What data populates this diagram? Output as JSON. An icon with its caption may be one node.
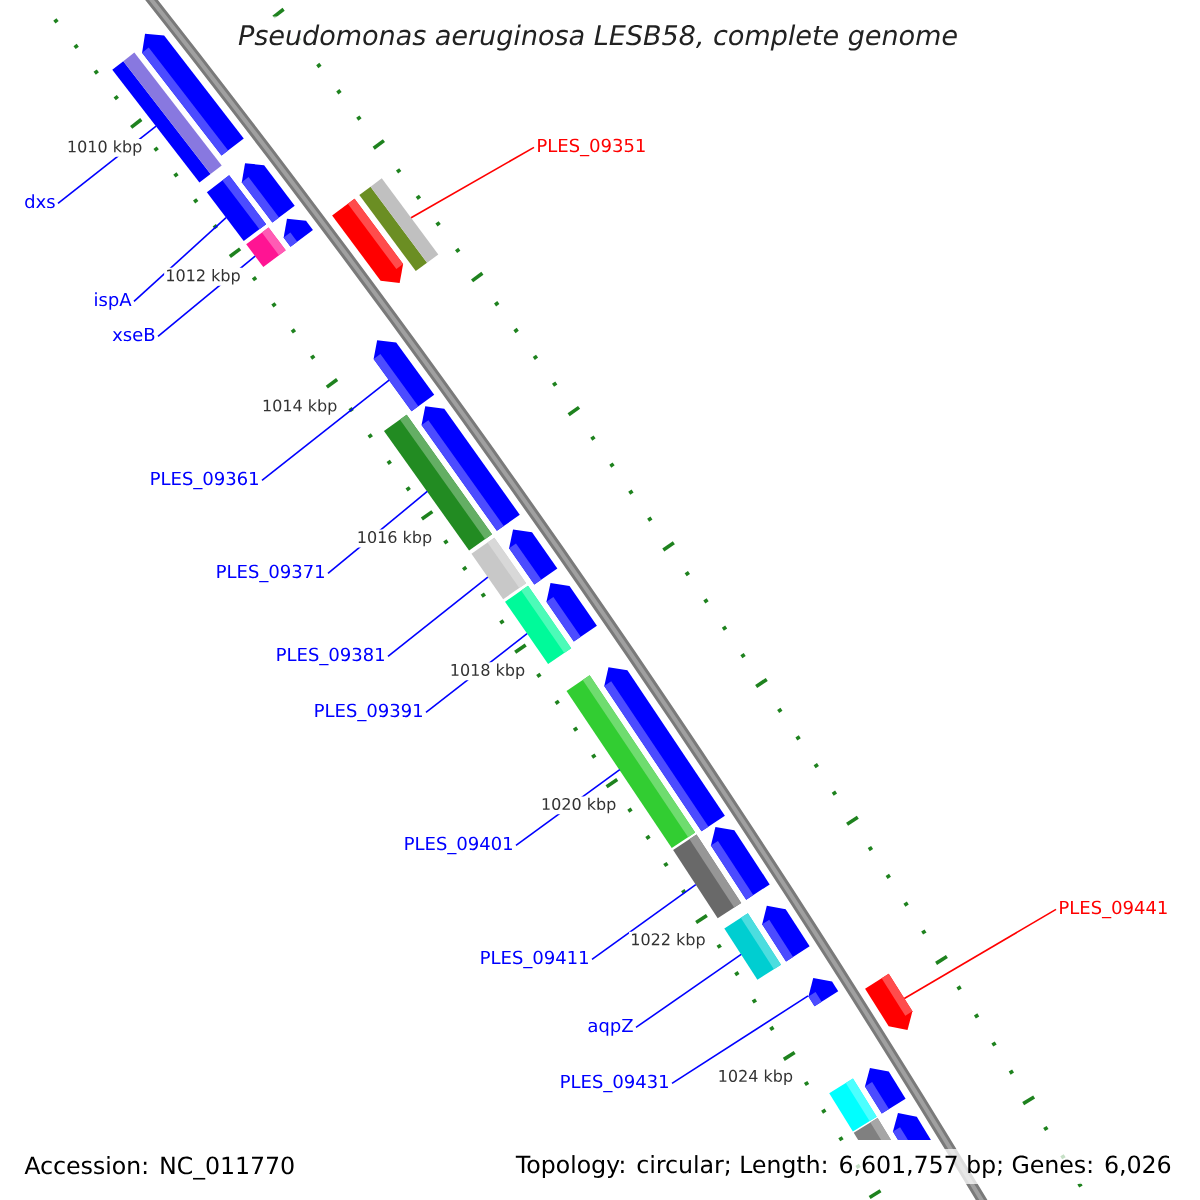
{
  "diagram": {
    "title": "Pseudomonas aeruginosa LESB58, complete genome",
    "nodes": [
      {
        "text": [
          "dxs"
        ]
      },
      {
        "text": [],
        "shape": "bar"
      },
      {
        "text": [
          "ispA"
        ]
      },
      {
        "text": [],
        "shape": "bar"
      },
      {
        "text": [
          "xseB"
        ]
      },
      {
        "text": [],
        "shape": "bar"
      },
      {
        "text": [
          "PLES_09351"
        ]
      },
      {
        "text": [],
        "shape": "bar"
      },
      {
        "text": [
          "PLES_09361"
        ]
      },
      {
        "text": [],
        "shape": "pentagon"
      },
      {
        "text": [
          "PLES_09371"
        ]
      },
      {
        "text": [],
        "shape": "bar"
      },
      {
        "text": [
          "PLES_09381"
        ]
      },
      {
        "text": [],
        "shape": "bar"
      },
      {
        "text": [
          "PLES_09391"
        ]
      },
      {
        "text": [],
        "shape": "bar"
      },
      {
        "text": [
          "PLES_09401"
        ]
      },
      {
        "text": [],
        "shape": "bar"
      },
      {
        "text": [
          "PLES_09411"
        ]
      },
      {
        "text": [],
        "shape": "bar"
      },
      {
        "text": [
          "aqpZ"
        ]
      },
      {
        "text": [],
        "shape": "bar"
      },
      {
        "text": [
          "PLES_09431"
        ]
      },
      {
        "text": [],
        "shape": "pentagon"
      },
      {
        "text": [
          "PLES_09441"
        ]
      },
      {
        "text": [],
        "shape": "pentagon"
      },
      {
        "text": [],
        "shape": "pentagon"
      },
      {
        "text": [],
        "shape": "pentagon"
      },
      {
        "text": [],
        "shape": "pentagon"
      },
      {
        "text": [],
        "shape": "pentagon"
      },
      {
        "text": [],
        "shape": "pentagon"
      },
      {
        "text": [],
        "shape": "pentagon"
      },
      {
        "text": [],
        "shape": "pentagon"
      },
      {
        "text": [],
        "shape": "pentagon"
      },
      {
        "text": [],
        "shape": "pentagon"
      },
      {
        "text": [],
        "shape": "pentagon"
      },
      {
        "text": [],
        "shape": "pentagon"
      },
      {
        "text": [],
        "shape": "bar"
      },
      {
        "text": [],
        "shape": "pentagon"
      },
      {
        "text": [],
        "shape": "bar"
      }
    ],
    "edges": [
      {
        "from": 0,
        "to": 1,
        "arrow": "none"
      },
      {
        "from": 2,
        "to": 3,
        "arrow": "none"
      },
      {
        "from": 4,
        "to": 5,
        "arrow": "none"
      },
      {
        "from": 6,
        "to": 7,
        "arrow": "none",
        "color": "#ff0000"
      },
      {
        "from": 8,
        "to": 9,
        "arrow": "none"
      },
      {
        "from": 10,
        "to": 11,
        "arrow": "none"
      },
      {
        "from": 12,
        "to": 13,
        "arrow": "none"
      },
      {
        "from": 14,
        "to": 15,
        "arrow": "none"
      },
      {
        "from": 16,
        "to": 17,
        "arrow": "none"
      },
      {
        "from": 18,
        "to": 19,
        "arrow": "none"
      },
      {
        "from": 20,
        "to": 21,
        "arrow": "none"
      },
      {
        "from": 22,
        "to": 23,
        "arrow": "none"
      },
      {
        "from": 24,
        "to": 25,
        "arrow": "none",
        "color": "#ff0000"
      }
    ],
    "labels": [
      "1010 kbp",
      "1012 kbp",
      "1014 kbp",
      "1016 kbp",
      "1018 kbp",
      "1020 kbp",
      "1022 kbp",
      "1024 kbp",
      "Accession: NC_011770",
      "Topology: circular; Length: 6,601,757 bp; Genes: 6,026"
    ]
  }
}
